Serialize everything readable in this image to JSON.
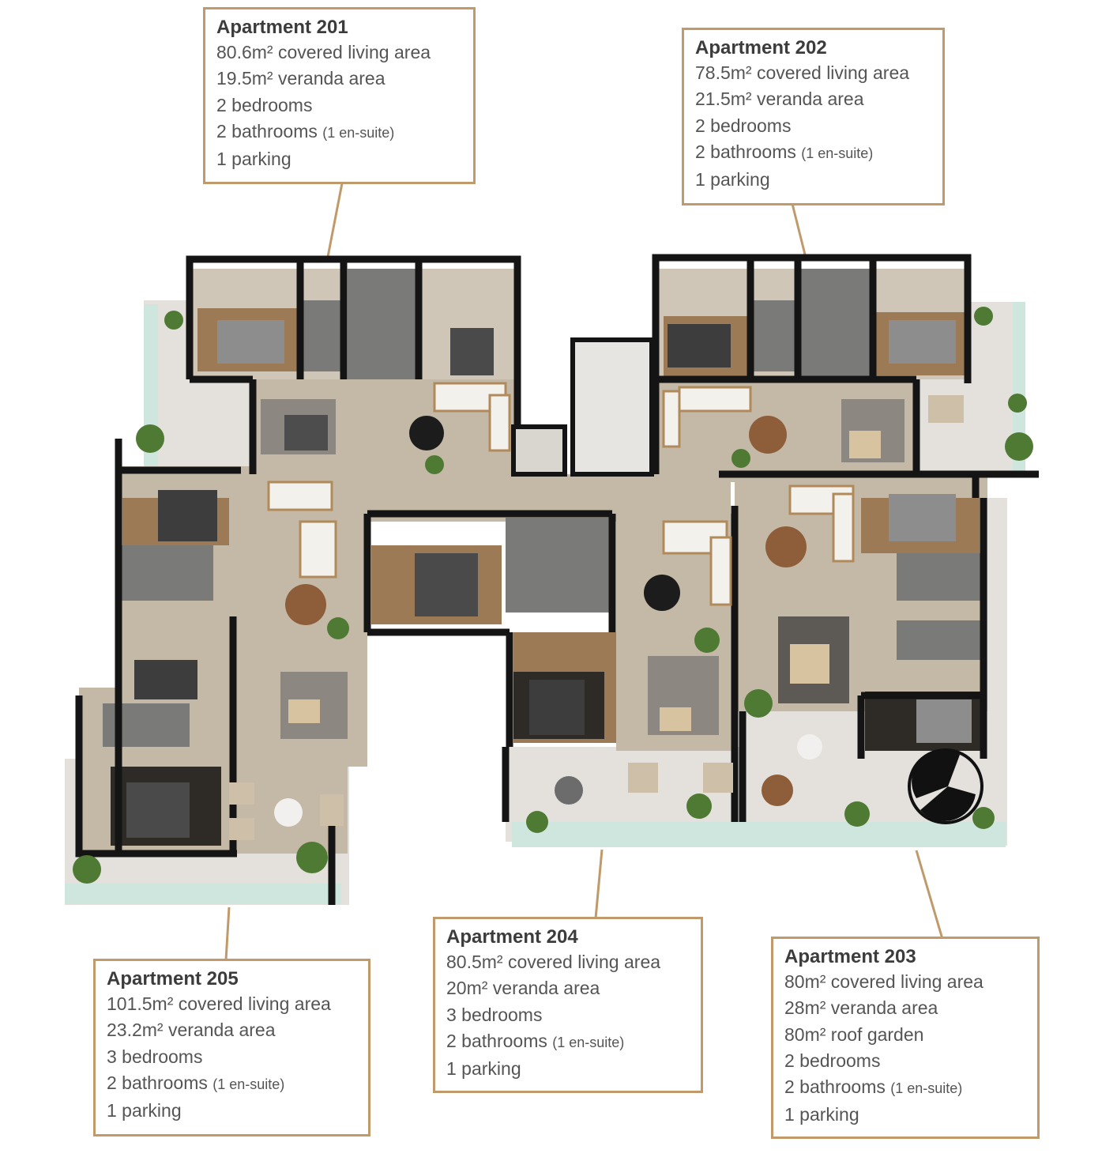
{
  "apartments": [
    {
      "id": "201",
      "title": "Apartment 201",
      "lines": [
        {
          "main": "80.6m² covered living area",
          "note": ""
        },
        {
          "main": "19.5m² veranda area",
          "note": ""
        },
        {
          "main": "2 bedrooms",
          "note": ""
        },
        {
          "main": "2 bathrooms",
          "note": "(1 en-suite)"
        },
        {
          "main": "1 parking",
          "note": ""
        }
      ]
    },
    {
      "id": "202",
      "title": "Apartment 202",
      "lines": [
        {
          "main": "78.5m² covered living area",
          "note": ""
        },
        {
          "main": "21.5m² veranda area",
          "note": ""
        },
        {
          "main": "2 bedrooms",
          "note": ""
        },
        {
          "main": "2 bathrooms",
          "note": "(1 en-suite)"
        },
        {
          "main": "1 parking",
          "note": ""
        }
      ]
    },
    {
      "id": "205",
      "title": "Apartment 205",
      "lines": [
        {
          "main": "101.5m² covered living area",
          "note": ""
        },
        {
          "main": "23.2m² veranda area",
          "note": ""
        },
        {
          "main": "3 bedrooms",
          "note": ""
        },
        {
          "main": "2 bathrooms",
          "note": "(1 en-suite)"
        },
        {
          "main": "1 parking",
          "note": ""
        }
      ]
    },
    {
      "id": "204",
      "title": "Apartment 204",
      "lines": [
        {
          "main": "80.5m² covered living area",
          "note": ""
        },
        {
          "main": "20m² veranda area",
          "note": ""
        },
        {
          "main": "3 bedrooms",
          "note": ""
        },
        {
          "main": "2 bathrooms",
          "note": "(1 en-suite)"
        },
        {
          "main": "1 parking",
          "note": ""
        }
      ]
    },
    {
      "id": "203",
      "title": "Apartment 203",
      "lines": [
        {
          "main": "80m² covered living area",
          "note": ""
        },
        {
          "main": "28m² veranda area",
          "note": ""
        },
        {
          "main": "80m² roof garden",
          "note": ""
        },
        {
          "main": "2 bedrooms",
          "note": ""
        },
        {
          "main": "2 bathrooms",
          "note": "(1 en-suite)"
        },
        {
          "main": "1 parking",
          "note": ""
        }
      ]
    }
  ],
  "colors": {
    "card_border": "#c09a6b",
    "wall": "#141414",
    "floor": "#c4b8a6",
    "wood_floor": "#9b7a55",
    "veranda": "#e2dfda",
    "glass": "#cfe6df",
    "plant": "#4f7a34",
    "dark_rug": "#2b2b2b",
    "bed": "#8a8a8a"
  },
  "icons": [
    "floor-plan-render",
    "bed-icon",
    "dining-table-icon",
    "sofa-icon",
    "plant-icon",
    "spiral-stair-icon"
  ]
}
